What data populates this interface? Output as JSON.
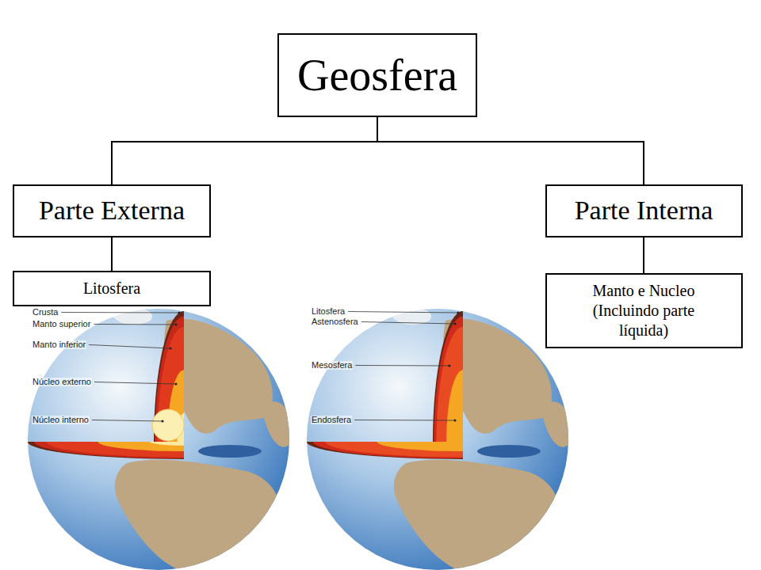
{
  "diagram": {
    "title": "Geosfera",
    "nodes": [
      {
        "text": [
          "Geosfera"
        ]
      },
      {
        "text": [
          "Parte Externa"
        ]
      },
      {
        "text": [
          "Parte Interna"
        ]
      },
      {
        "text": [
          "Litosfera"
        ]
      },
      {
        "text": [
          "Manto e Nucleo (Incluindo parte líquida)"
        ]
      }
    ],
    "edges": [
      {
        "from": 0,
        "to": 1,
        "arrow": "none"
      },
      {
        "from": 0,
        "to": 2,
        "arrow": "none"
      },
      {
        "from": 1,
        "to": 3,
        "arrow": "none"
      },
      {
        "from": 2,
        "to": 4,
        "arrow": "none"
      }
    ],
    "labels": [
      "Crusta",
      "Manto superior",
      "Manto inferior",
      "Núcleo externo",
      "Núcleo interno",
      "Litosfera",
      "Astenosfera",
      "Mesosfera",
      "Endosfera"
    ]
  }
}
